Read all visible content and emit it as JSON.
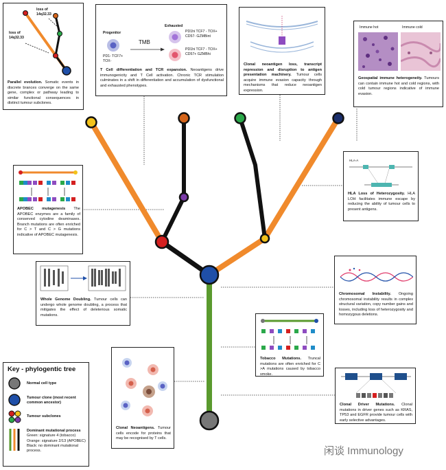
{
  "boxes": {
    "parallel": {
      "loss_a": "loss of 14q32.33",
      "loss_b": "loss of 14q32.33",
      "title": "Parallel evolution.",
      "text": "Somatic events in discrete brances converge on the same gene, complex or pathway leading to similar functional consequences in distinct tumour subclones."
    },
    "tcell": {
      "progenitor": "Progenitor",
      "progenitor_sub": "PD1- TCF7+ TOX-",
      "tmb": "TMB",
      "exhausted": "Exhausted",
      "ex1": "PD1hi TCF7 - TOX+ CD57- GZMBint",
      "ex2": "PD1hi TCF7 - TOX+ CD57+ GZMBhi",
      "title": "T Cell differentiation and TCR expansion.",
      "text": "Neoantigens drive immunogenicity and T Cell activation. Chronic TCR stimulation culminates in a shift in differentiation and accumulation of dysfunctional and exhausted phenotypes."
    },
    "clonal_loss": {
      "title": "Clonal neoantigen loss, transcript repression and disruption to antigen presentation machinery.",
      "text": "Tumour cells acquire immune evasion capacity through mechanisms that reduce neoantigen expression."
    },
    "geo": {
      "hot": "Immune hot",
      "cold": "Immune cold",
      "title": "Geospatial immune heterogeneity.",
      "text": "Tumours can contain immune hot and cold regions, with cold tumour regions indicative of immune evasion."
    },
    "apobec": {
      "title": "APOBEC mutagenesis",
      "text": "The APOBEC enzymes are a family of conserved cytodine deaminases. Branch mutations are often enriched for C > T and C > G mutations indicative of APOBEC mutagenesis."
    },
    "hla": {
      "label": "HLA-A",
      "title": "HLA Loss of Heterozygosity.",
      "text": "HLA LOH facilitates immune escape by reducing the ability of tumour cells to present antigens."
    },
    "wgd": {
      "title": "Whole Genome Doubling.",
      "text": "Tumour cells can undergo whole genome doubling, a process that mitigates the effect of deleterious somatic mutations."
    },
    "cin": {
      "title": "Chromosomal Instability.",
      "text": "Ongoing chromosomal instability results in complex structural variation, copy number gains and losses, including loss of heterozygosity and homozygous deletions."
    },
    "tobacco": {
      "title": "Tobacco Mutations.",
      "text": "Truncal mutations are often enriched for C >A mutations caused by tobacco smoke."
    },
    "neo": {
      "title": "Clonal Neoantigens.",
      "text": "Tumour cells encode for proteins that may be recognised by T cells."
    },
    "driver": {
      "title": "Clonal Driver Mutations.",
      "text": "Clonal mutations in driver genes such as KRAS, TP53 and EGFR provide tumour cells with early selective advantages."
    }
  },
  "key": {
    "title": "Key - phylogentic tree",
    "normal": "Normal cell type",
    "clone": "Tumour clone (most recent common ancestor)",
    "subclones": "Tumour subclones",
    "process_title": "Dominant mutational process",
    "green": "Green: signature 4 (tobacco)",
    "orange": "Orange: signature 2/13 (APOBEC)",
    "black": "Black: no dominant mutational process."
  },
  "watermark": "闲谈 Immunology",
  "colors": {
    "orange": "#F08A2C",
    "green": "#5A9A2E",
    "black": "#111111",
    "mrca": "#1F4FA8",
    "normal": "#777777",
    "red": "#D42020",
    "yellow": "#F3C21A",
    "purple": "#7B3AA8",
    "sub_green": "#2BA84A",
    "navy": "#1A2E6B",
    "dark_orange": "#D4641A"
  }
}
